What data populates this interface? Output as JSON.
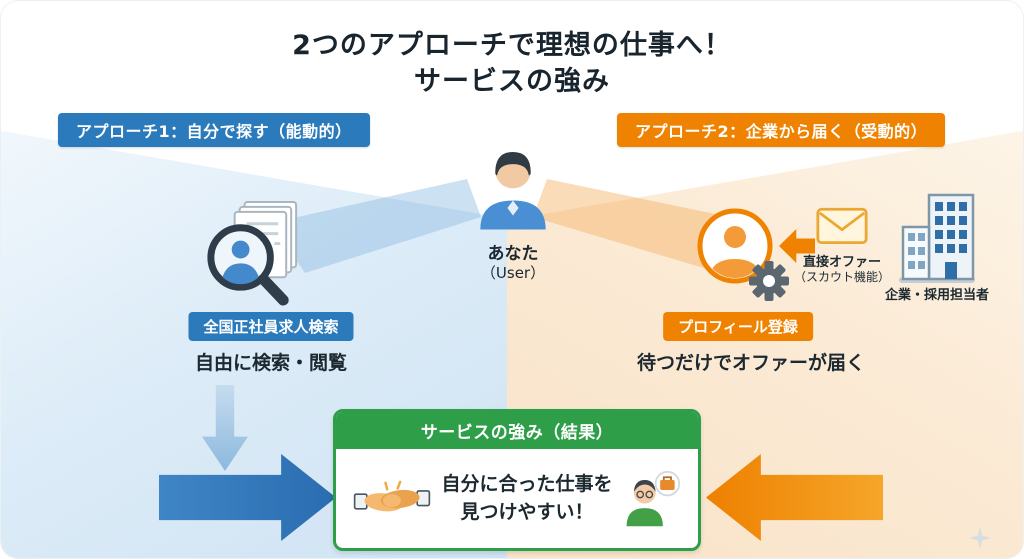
{
  "title": {
    "line1": "2つのアプローチで理想の仕事へ！",
    "line2": "サービスの強み"
  },
  "approach1": {
    "label": "アプローチ1：自分で探す（能動的）",
    "badge": "全国正社員求人検索",
    "description": "自由に検索・閲覧"
  },
  "approach2": {
    "label": "アプローチ2：企業から届く（受動的）",
    "badge": "プロフィール登録",
    "description": "待つだけでオファーが届く",
    "offer": {
      "line1": "直接オファー",
      "line2": "（スカウト機能）"
    },
    "company": "企業・採用担当者"
  },
  "user": {
    "name": "あなた",
    "subtitle": "（User）"
  },
  "result": {
    "header": "サービスの強み（結果）",
    "line1": "自分に合った仕事を",
    "line2": "見つけやすい！"
  },
  "icons": {
    "user_icon": "person-avatar",
    "search_documents_icon": "magnifier-over-papers",
    "profile_gear_icon": "person-circle-with-gear",
    "envelope_icon": "mail-envelope",
    "building_icon": "office-building",
    "handshake_icon": "handshake",
    "worker_icon": "person-with-briefcase",
    "sparkle_icon": "four-point-star"
  },
  "colors": {
    "approach1_blue": "#2b7abc",
    "approach2_orange": "#ef8200",
    "result_green": "#2f9e49",
    "text_dark": "#1c2930",
    "bg_left_blue": "#d9e9f6",
    "bg_right_orange": "#fbe9d3"
  }
}
